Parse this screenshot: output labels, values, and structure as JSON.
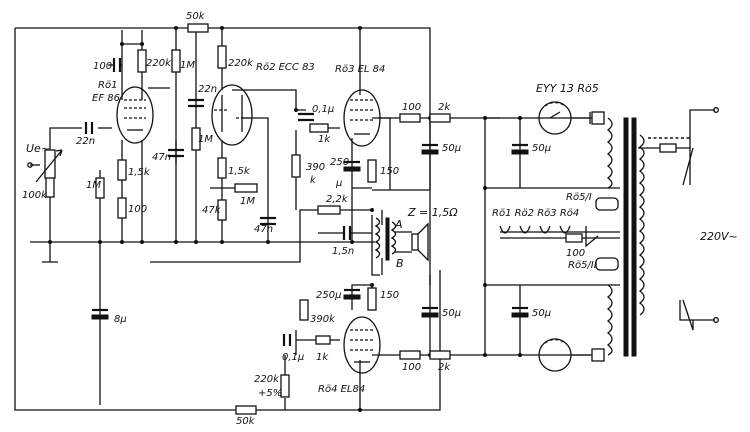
{
  "labels": {
    "r_50k_top": "50k",
    "r_100": "100",
    "r_220k_a": "220k",
    "r_1M_a": "1M",
    "r_220k_b": "220k",
    "tube1_name": "Rö1",
    "tube1_type": "EF 86",
    "tube2": "Rö2 ECC 83",
    "tube3": "Rö3 EL 84",
    "tube4": "Rö4 EL84",
    "c_22n_a": "22n",
    "c_22n_b": "22n",
    "c_47n_a": "47n",
    "c_47n_b": "47n",
    "r_1M_b": "1M",
    "r_1M_c": "1M",
    "r_1M_d": "1M",
    "r_1_5k_a": "1,5k",
    "r_1_5k_b": "1,5k",
    "r_47k": "47k",
    "r_100_b": "100",
    "input": "Ue~",
    "pot_100k": "100k",
    "c_8u": "8µ",
    "c_01u_a": "0,1µ",
    "c_01u_b": "0,1µ",
    "r_1k_a": "1k",
    "r_1k_b": "1k",
    "r_390k_a": "390",
    "r_390k_a_unit": "k",
    "r_390k_b": "390k",
    "c_250u_a": "250",
    "c_250u_a_unit": "µ",
    "c_250u_b": "250µ",
    "r_150_a": "150",
    "r_150_b": "150",
    "r_2_2k": "2,2k",
    "c_1_5n": "1,5n",
    "speaker_z": "Z = 1,5Ω",
    "tap_a": "A",
    "tap_b": "B",
    "r_100_c": "100",
    "r_100_d": "100",
    "r_2k_a": "2k",
    "r_2k_b": "2k",
    "c_50u_a": "50µ",
    "c_50u_b": "50µ",
    "c_50u_c": "50µ",
    "c_50u_d": "50µ",
    "rect": "EYY 13 Rö5",
    "heaters": "Rö1 Rö2 Rö3 Rö4",
    "heater_r5_top": "Rö5/I",
    "heater_r5_bot": "Rö5/II",
    "heater_100": "100",
    "mains": "220V~",
    "r_220k_5": "220k",
    "r_220k_5_tol": "+5%",
    "r_50k_bot": "50k"
  }
}
